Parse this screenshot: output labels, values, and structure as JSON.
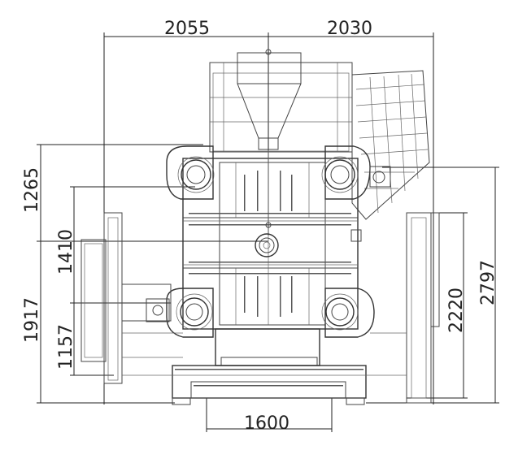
{
  "dimensions": {
    "top_left": "2055",
    "top_right": "2030",
    "bottom": "1600",
    "left_upper": "1265",
    "left_middle": "1410",
    "left_lower_outer": "1917",
    "left_lower_inner": "1157",
    "right_inner": "2220",
    "right_outer": "2797"
  }
}
